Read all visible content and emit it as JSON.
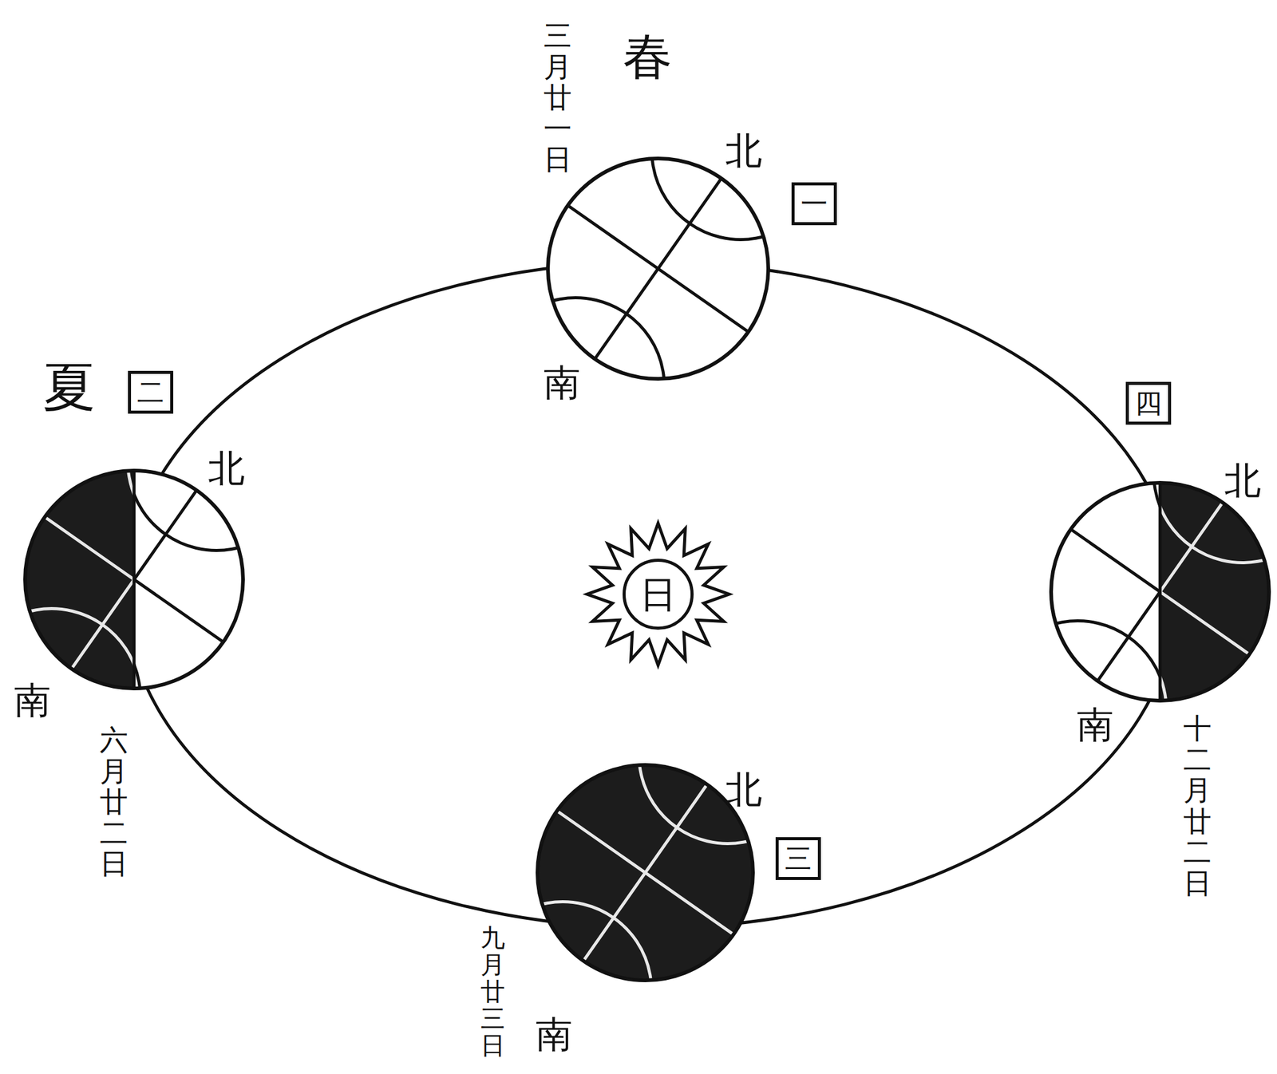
{
  "diagram": {
    "nodes": [
      {
        "text": [
          "一"
        ]
      },
      {
        "text": [
          "二"
        ]
      },
      {
        "text": [
          "四"
        ]
      },
      {
        "text": [
          "日"
        ]
      },
      {
        "text": [
          "三"
        ]
      }
    ],
    "labels": [
      "春",
      "三月廿一日",
      "北",
      "南",
      "夏",
      "北",
      "南",
      "六月廿二日",
      "北",
      "南",
      "十二月廿二日",
      "北",
      "南",
      "九月廿三日"
    ]
  }
}
